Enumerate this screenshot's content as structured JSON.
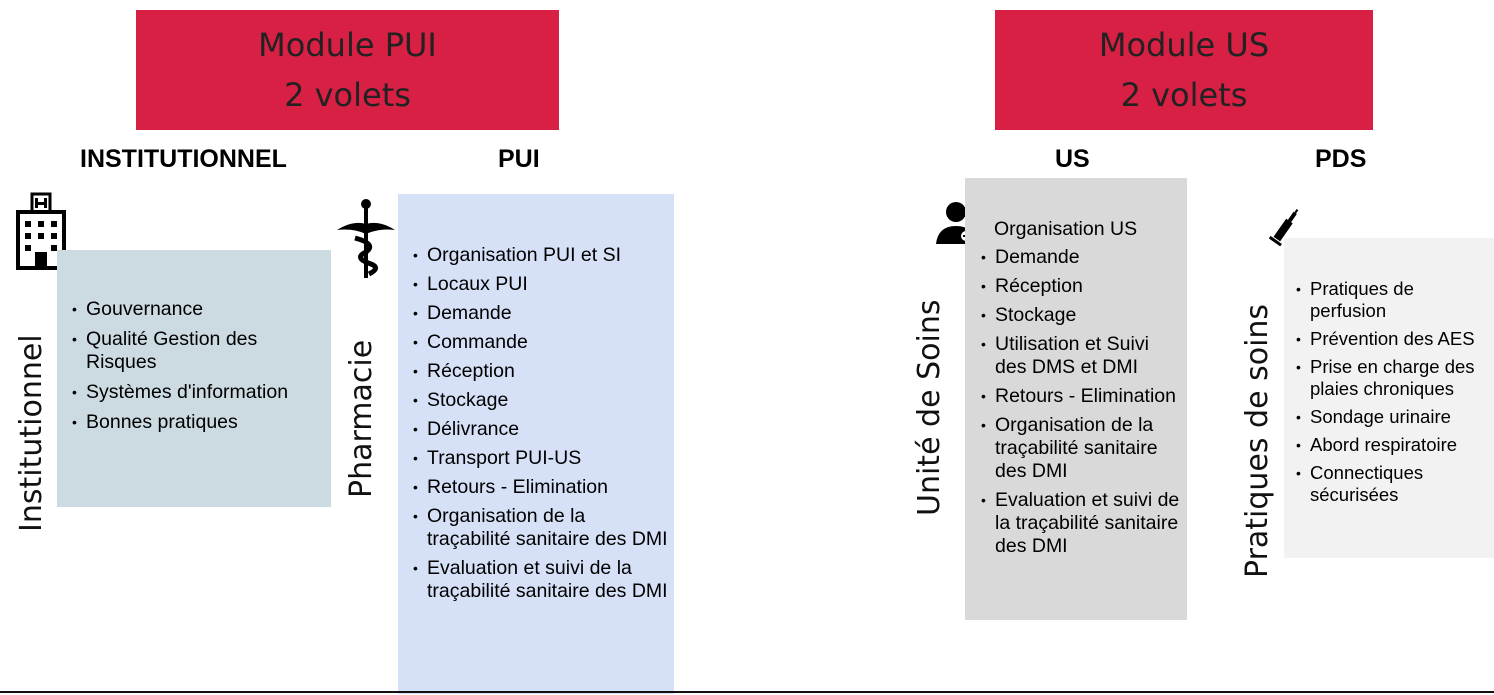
{
  "modules": [
    {
      "line1": "Module PUI",
      "line2": "2 volets"
    },
    {
      "line1": "Module US",
      "line2": "2 volets"
    }
  ],
  "headers": {
    "institutionnel": "INSTITUTIONNEL",
    "pui": "PUI",
    "us": "US",
    "pds": "PDS"
  },
  "sections": {
    "institutionnel": {
      "vertical_label": "Institutionnel",
      "icon": "hospital-icon",
      "items": [
        "Gouvernance",
        "Qualité Gestion des Risques",
        "Systèmes d'information",
        "Bonnes pratiques"
      ]
    },
    "pharmacie": {
      "vertical_label": "Pharmacie",
      "icon": "caduceus-icon",
      "items": [
        "Organisation PUI et SI",
        "Locaux PUI",
        "Demande",
        "Commande",
        "Réception",
        "Stockage",
        "Délivrance",
        "Transport PUI-US",
        "Retours - Elimination",
        "Organisation de la traçabilité sanitaire des DMI",
        "Evaluation et suivi de la traçabilité sanitaire des DMI"
      ]
    },
    "unite_soins": {
      "vertical_label": "Unité de Soins",
      "icon": "doctor-icon",
      "first_item": "Organisation US",
      "items": [
        "Demande",
        "Réception",
        "Stockage",
        "Utilisation et Suivi des DMS et DMI",
        "Retours - Elimination",
        "Organisation de la traçabilité sanitaire des DMI",
        "Evaluation et suivi de la traçabilité sanitaire des DMI"
      ]
    },
    "pratiques_soins": {
      "vertical_label": "Pratiques de soins",
      "icon": "syringe-icon",
      "items": [
        "Pratiques de perfusion",
        "Prévention des AES",
        "Prise en charge des plaies chroniques",
        "Sondage urinaire",
        "Abord respiratoire",
        "Connectiques sécurisées"
      ]
    }
  },
  "colors": {
    "module_red": "#d81f44",
    "institutionnel_panel": "#ccdbe2",
    "pharmacie_panel": "#d6e1f7",
    "us_panel": "#d9d9d9",
    "pds_panel": "#f2f2f2"
  }
}
